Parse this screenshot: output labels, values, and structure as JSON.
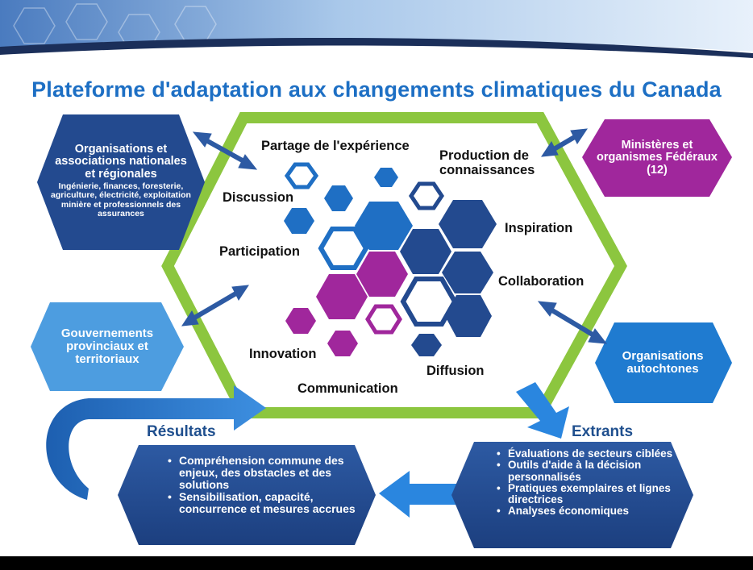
{
  "title": "Plateforme d'adaptation aux changements climatiques du Canada",
  "colors": {
    "title_blue": "#1d6fc4",
    "dark_blue": "#234a8f",
    "mid_blue": "#1f6fc4",
    "light_blue": "#4d9de0",
    "magenta": "#a0279c",
    "green_frame": "#8cc63f",
    "bottom_bar": "#000000"
  },
  "boxes": {
    "national": {
      "title": "Organisations et associations nationales et régionales",
      "subtitle": "Ingénierie, finances, foresterie, agriculture, électricité, exploitation minière et professionnels des assurances"
    },
    "federal": {
      "label": "Ministères et organismes Fédéraux (12)"
    },
    "provincial": {
      "label": "Gouvernements provinciaux et territoriaux"
    },
    "indigenous": {
      "label": "Organisations autochtones"
    }
  },
  "center_words": {
    "partage": "Partage de l'expérience",
    "production": "Production de connaissances",
    "discussion": "Discussion",
    "inspiration": "Inspiration",
    "participation": "Participation",
    "collaboration": "Collaboration",
    "innovation": "Innovation",
    "diffusion": "Diffusion",
    "communication": "Communication"
  },
  "resultats": {
    "heading": "Résultats",
    "items": [
      "Compréhension commune des enjeux, des obstacles et des solutions",
      "Sensibilisation, capacité, concurrence et mesures accrues"
    ]
  },
  "extrants": {
    "heading": "Extrants",
    "items": [
      "Évaluations de secteurs ciblées",
      "Outils d'aide à la décision personnalisés",
      "Pratiques exemplaires et lignes directrices",
      "Analyses économiques"
    ]
  }
}
